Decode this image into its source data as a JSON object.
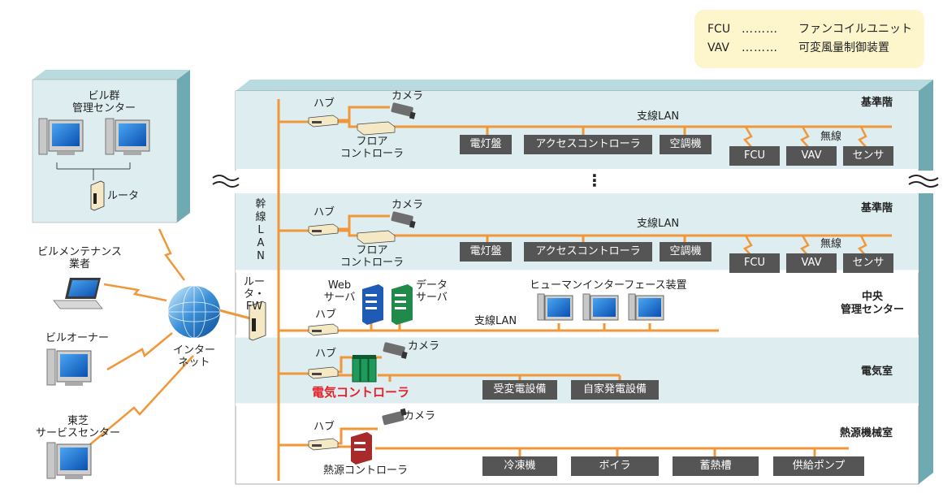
{
  "legend": {
    "fcu": {
      "abbr": "FCU",
      "dots": "………",
      "desc": "ファンコイルユニット"
    },
    "vav": {
      "abbr": "VAV",
      "dots": "………",
      "desc": "可変風量制御装置"
    }
  },
  "left": {
    "mgmt_center": "ビル群\n管理センター",
    "router": "ルータ",
    "maintenance": "ビルメンテナンス\n業者",
    "owner": "ビルオーナー",
    "service": "東芝\nサービスセンター",
    "internet": "インター\nネット"
  },
  "backbone": {
    "label_chars": [
      "幹",
      "線",
      "L",
      "A",
      "N"
    ],
    "router_fw": "ルータ・\nFW"
  },
  "floors": {
    "std1": {
      "name": "基準階",
      "hub": "ハブ",
      "camera": "カメラ",
      "floor_ctrl": "フロア\nコントローラ",
      "branch_lan": "支線LAN",
      "wireless": "無線",
      "devices": [
        "電灯盤",
        "アクセスコントローラ",
        "空調機"
      ],
      "wireless_devices": [
        "FCU",
        "VAV",
        "センサ"
      ]
    },
    "ellipsis": "⋮",
    "std2": {
      "name": "基準階",
      "hub": "ハブ",
      "camera": "カメラ",
      "floor_ctrl": "フロア\nコントローラ",
      "branch_lan": "支線LAN",
      "wireless": "無線",
      "devices": [
        "電灯盤",
        "アクセスコントローラ",
        "空調機"
      ],
      "wireless_devices": [
        "FCU",
        "VAV",
        "センサ"
      ]
    },
    "central": {
      "name": "中央\n管理センター",
      "web_server": "Web\nサーバ",
      "data_server": "データ\nサーバ",
      "hub": "ハブ",
      "branch_lan": "支線LAN",
      "hmi": "ヒューマンインターフェース装置"
    },
    "electric": {
      "name": "電気室",
      "hub": "ハブ",
      "camera": "カメラ",
      "controller": "電気コントローラ",
      "devices": [
        "受変電設備",
        "自家発電設備"
      ]
    },
    "heat": {
      "name": "熱源機械室",
      "hub": "ハブ",
      "camera": "カメラ",
      "controller": "熱源コントローラ",
      "devices": [
        "冷凍機",
        "ボイラ",
        "蓄熱槽",
        "供給ポンプ"
      ]
    }
  },
  "colors": {
    "line": "#f0973a",
    "floor_band": "#deeef0",
    "device_box": "#555555",
    "legend_bg": "#fdf6cc",
    "accent_red": "#e6202a"
  }
}
